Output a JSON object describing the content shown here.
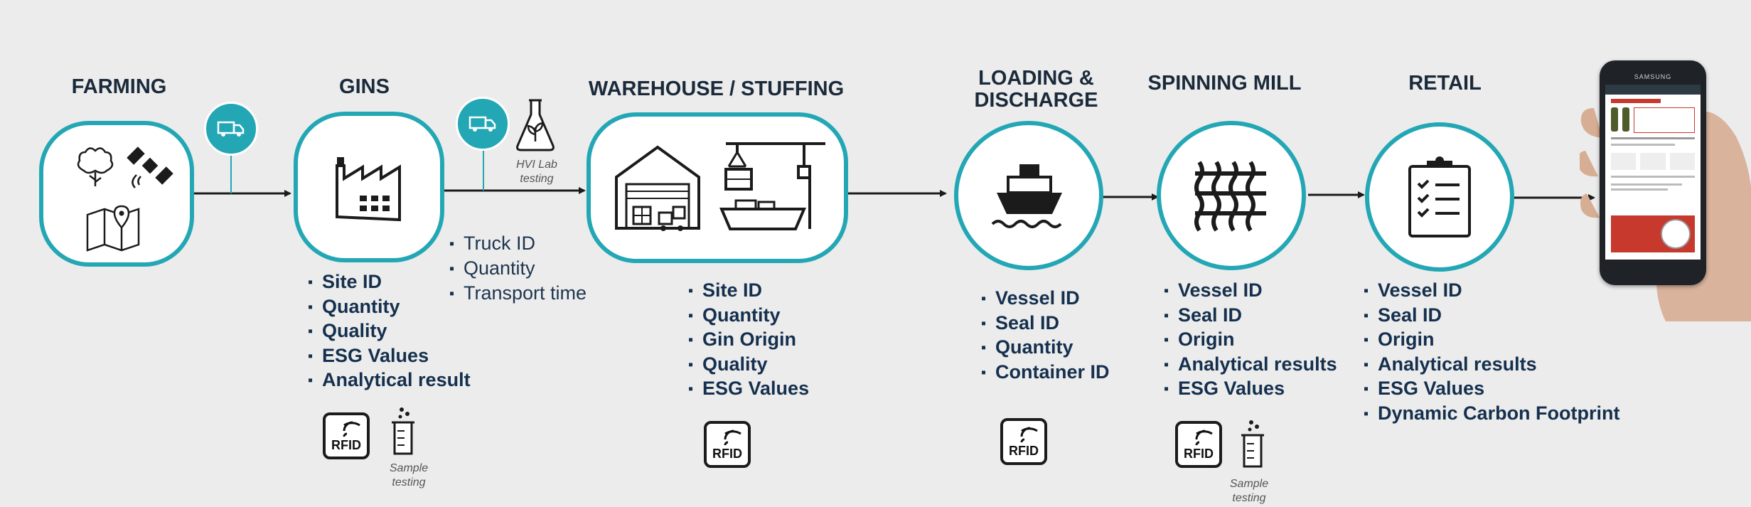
{
  "stages": {
    "farming": {
      "title": "FARMING"
    },
    "gins": {
      "title": "GINS",
      "bullets": [
        "Site ID",
        "Quantity",
        "Quality",
        "ESG Values",
        "Analytical result"
      ],
      "sample_note": "Sample\ntesting",
      "rfid_label": "RFID"
    },
    "transport": {
      "bullets": [
        "Truck ID",
        "Quantity",
        "Transport time"
      ],
      "hvi_note": "HVI Lab\ntesting"
    },
    "warehouse": {
      "title": "WAREHOUSE / STUFFING",
      "bullets": [
        "Site ID",
        "Quantity",
        "Gin Origin",
        "Quality",
        "ESG Values"
      ],
      "rfid_label": "RFID"
    },
    "loading": {
      "title": "LOADING &\nDISCHARGE",
      "bullets": [
        "Vessel ID",
        "Seal ID",
        "Quantity",
        "Container ID"
      ],
      "rfid_label": "RFID"
    },
    "spinning": {
      "title": "SPINNING MILL",
      "bullets": [
        "Vessel ID",
        "Seal ID",
        "Origin",
        "Analytical results",
        "ESG Values"
      ],
      "sample_note": "Sample\ntesting",
      "rfid_label": "RFID"
    },
    "retail": {
      "title": "RETAIL",
      "bullets": [
        "Vessel ID",
        "Seal ID",
        "Origin",
        "Analytical results",
        "ESG Values",
        "Dynamic Carbon Footprint"
      ]
    }
  },
  "phone": {
    "brand": "SAMSUNG"
  },
  "colors": {
    "accent": "#23a7b5",
    "text": "#15304e",
    "background": "#ececec"
  },
  "icons": [
    "cotton-plant-icon",
    "satellite-icon",
    "map-pin-icon",
    "truck-icon",
    "flask-leaf-icon",
    "factory-icon",
    "warehouse-icon",
    "crane-icon",
    "ship-icon",
    "yarn-weave-icon",
    "clipboard-checklist-icon",
    "rfid-icon",
    "beaker-icon",
    "smartphone-icon"
  ]
}
